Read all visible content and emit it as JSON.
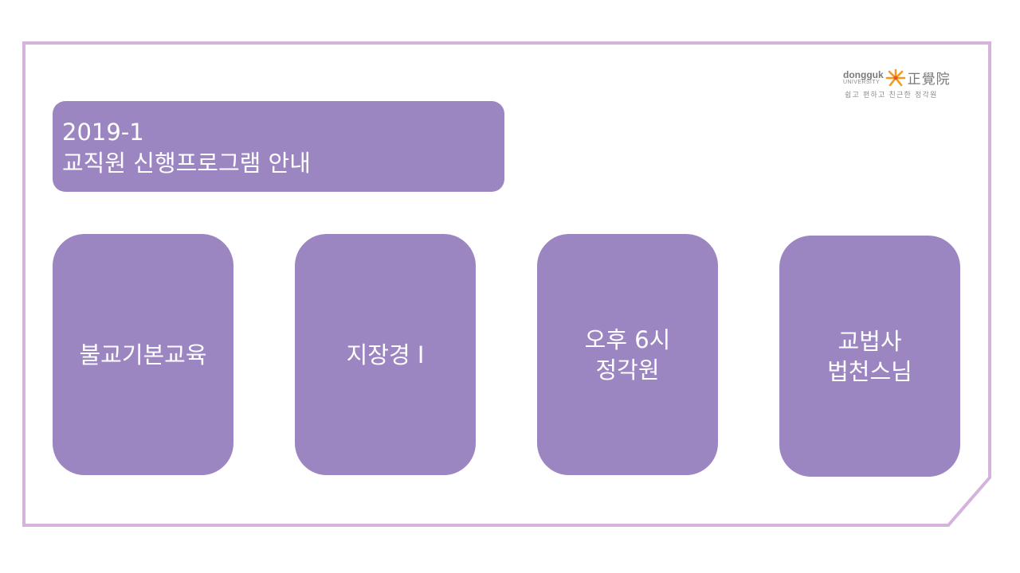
{
  "colors": {
    "frame": "#d4b4dc",
    "box": "#9c86c2",
    "text": "#ffffff",
    "logo_orange": "#f29a1f",
    "logo_gray": "#7a7a7a"
  },
  "title": {
    "line1": "2019-1",
    "line2": "교직원 신행프로그램 안내"
  },
  "cards": [
    {
      "line1": "불교기본교육",
      "line2": ""
    },
    {
      "line1": "지장경 Ⅰ",
      "line2": ""
    },
    {
      "line1": "오후 6시",
      "line2": "정각원"
    },
    {
      "line1": "교법사",
      "line2": "법천스님"
    }
  ],
  "logo": {
    "en_big": "dongguk",
    "en_small": "UNIVERSITY",
    "cn": "正覺院",
    "slogan": "쉽고 편하고 친근한 정각원",
    "mark": "lotus-burst-icon"
  }
}
